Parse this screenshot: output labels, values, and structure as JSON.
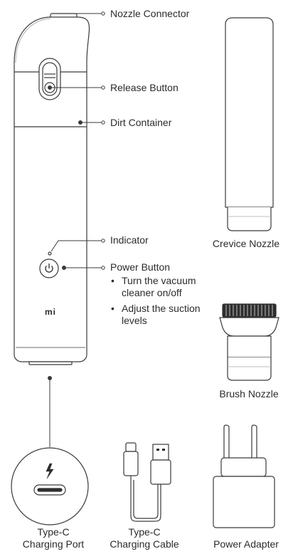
{
  "callouts": {
    "nozzle_connector": "Nozzle Connector",
    "release_button": "Release Button",
    "dirt_container": "Dirt Container",
    "indicator": "Indicator",
    "power_button": "Power Button",
    "power_button_notes": [
      "Turn the vacuum cleaner on/off",
      "Adjust the suction levels"
    ]
  },
  "accessories": {
    "crevice_nozzle": "Crevice Nozzle",
    "brush_nozzle": "Brush Nozzle",
    "charging_port": [
      "Type-C",
      "Charging Port"
    ],
    "charging_cable": [
      "Type-C",
      "Charging Cable"
    ],
    "power_adapter": "Power Adapter"
  },
  "brand_mark": "mi",
  "icons": [
    "power-icon",
    "lightning-icon",
    "usb-c-port-icon",
    "usb-c-plug-icon",
    "usb-a-plug-icon"
  ]
}
